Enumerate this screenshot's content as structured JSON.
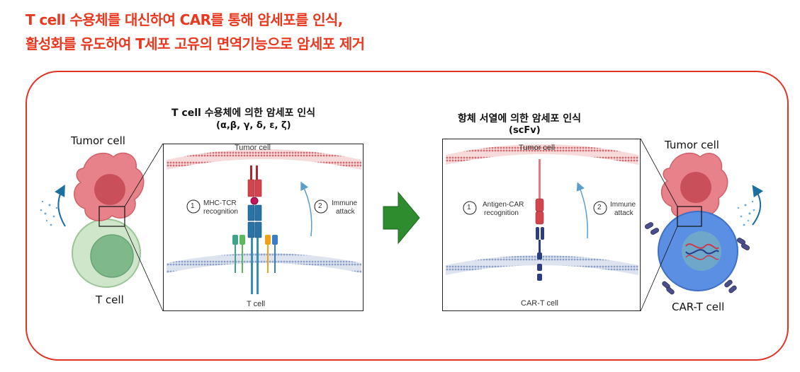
{
  "headline": {
    "line1": "T cell 수용체를 대신하여 CAR를 통해 암세포를 인식,",
    "line2": "활성화를 유도하여 T세포 고유의 면역기능으로 암세포 제거"
  },
  "left": {
    "tumor_label": "Tumor cell",
    "tcell_label": "T cell",
    "heading": "T cell 수용체에 의한 암세포 인식",
    "subheading": "(α,β, γ, δ, ε,  ζ)",
    "panel": {
      "top_label": "Tumor cell",
      "bottom_label": "T cell",
      "step1_num": "1",
      "step1_text_a": "MHC-TCR",
      "step1_text_b": "recognition",
      "step2_num": "2",
      "step2_text_a": "Immune",
      "step2_text_b": "attack"
    }
  },
  "right": {
    "tumor_label": "Tumor cell",
    "cart_label": "CAR-T cell",
    "heading": "항체 서열에 의한 암세포 인식",
    "subheading": "(scFv)",
    "panel": {
      "top_label": "Tumor cell",
      "bottom_label": "CAR-T cell",
      "step1_num": "1",
      "step1_text_a": "Antigen-CAR",
      "step1_text_b": "recognition",
      "step2_num": "2",
      "step2_text_a": "Immune",
      "step2_text_b": "attack"
    }
  },
  "colors": {
    "headline": "#e8381f",
    "frame": "#e03326",
    "arrow": "#2e8b2e",
    "tumor": "#e8707a",
    "tcell": "#b9d9b6",
    "cart": "#4f87e0"
  }
}
